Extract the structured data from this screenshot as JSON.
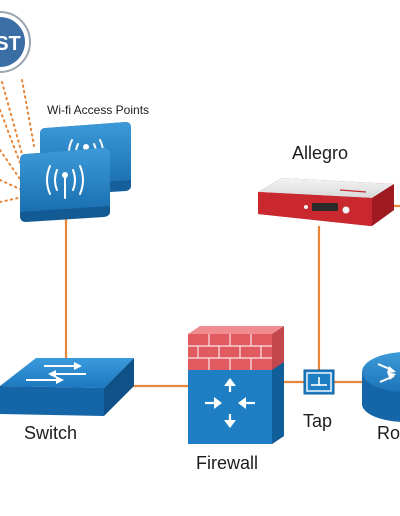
{
  "diagram": {
    "badge_text": "ST",
    "wifi_label": "Wi-fi Access Points",
    "allegro_label": "Allegro",
    "switch_label": "Switch",
    "firewall_label": "Firewall",
    "tap_label": "Tap",
    "router_label": "Ro"
  },
  "colors": {
    "link_line": "#e8873a",
    "wireless_dots": "#e8873a",
    "device_blue": "#1f7fc4",
    "device_blue_dark": "#0f5d99",
    "firewall_brick": "#e05a5f",
    "allegro_red": "#c8282e",
    "badge_ring": "#3b6ea5"
  },
  "icons": {
    "badge": "logo-badge-icon",
    "access_point": "wifi-access-point-icon",
    "switch": "network-switch-icon",
    "firewall": "firewall-icon",
    "tap": "network-tap-icon",
    "router": "router-icon",
    "appliance": "allegro-appliance-icon"
  }
}
